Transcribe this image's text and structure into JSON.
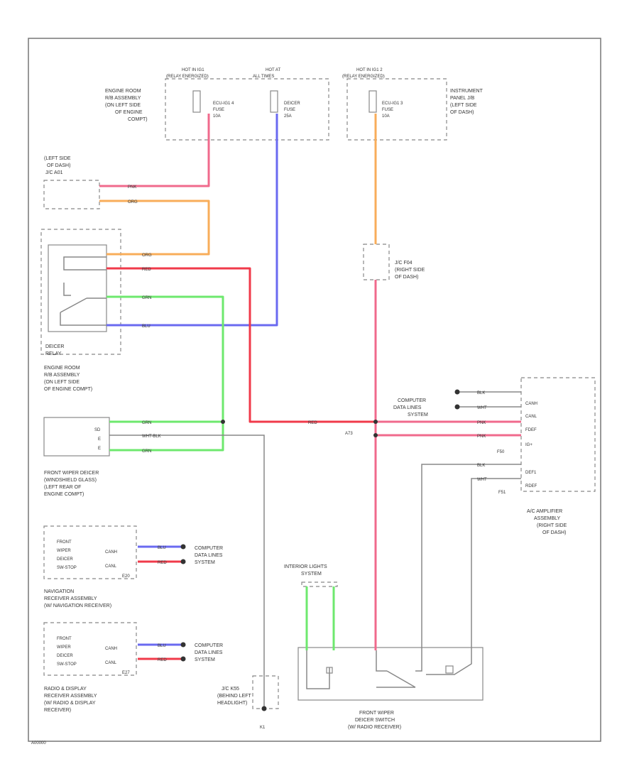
{
  "colors": {
    "pink": "#f06a8c",
    "red": "#f03a4a",
    "orange": "#f8ad5a",
    "blue": "#6a6af0",
    "green": "#6ee86e",
    "gray": "#888888"
  },
  "frame_code": "A00000",
  "fuses": [
    {
      "hot": "HOT IN IG1",
      "relay": "(RELAY ENERGIZED)",
      "name": "ECU-IG1 4",
      "word": "FUSE",
      "amps": "10A"
    },
    {
      "hot": "HOT AT",
      "relay": "ALL TIMES",
      "name": "DEICER",
      "word": "FUSE",
      "amps": "25A"
    },
    {
      "hot": "HOT IN IG1 2",
      "relay": "(RELAY ENERGIZED)",
      "name": "ECU-IG1 3",
      "word": "FUSE",
      "amps": "10A"
    }
  ],
  "labels": {
    "engine_room_rb_top": [
      "ENGINE ROOM",
      "R/B ASSEMBLY",
      "(ON LEFT SIDE",
      "OF ENGINE",
      "COMPT)"
    ],
    "instrument_panel_jb": [
      "INSTRUMENT",
      "PANEL J/B",
      "(LEFT SIDE",
      "OF DASH)"
    ],
    "jc_left": [
      "(LEFT SIDE",
      "OF DASH)",
      "J/C A01"
    ],
    "jc_f04": [
      "J/C F04",
      "(RIGHT SIDE",
      "OF DASH)"
    ],
    "deicer_relay": [
      "DEICER",
      "RELAY"
    ],
    "engine_room_rb_bottom": [
      "ENGINE ROOM",
      "R/B ASSEMBLY",
      "(ON LEFT SIDE",
      "OF ENGINE COMPT)"
    ],
    "front_wiper_deicer": [
      "FRONT WIPER DEICER",
      "(WINDSHIELD GLASS)",
      "(LEFT REAR OF",
      "ENGINE COMPT)"
    ],
    "ac_amplifier": [
      "A/C AMPLIFIER",
      "ASSEMBLY",
      "(RIGHT SIDE",
      "OF DASH)"
    ],
    "navigation": [
      "NAVIGATION",
      "RECEIVER ASSEMBLY",
      "(W/ NAVIGATION RECEIVER)"
    ],
    "radio_display": [
      "RADIO & DISPLAY",
      "RECEIVER ASSEMBLY",
      "(W/ RADIO & DISPLAY",
      "RECEIVER)"
    ],
    "jc_k55": [
      "J/C K55",
      "(BEHIND LEFT",
      "HEADLIGHT)"
    ],
    "front_wiper_switch": [
      "FRONT WIPER",
      "DEICER SWITCH",
      "(W/ RADIO RECEIVER)"
    ],
    "interior_lights": [
      "INTERIOR LIGHTS",
      "SYSTEM"
    ],
    "computer_data": [
      "COMPUTER",
      "DATA LINES",
      "SYSTEM"
    ],
    "front_wiper_deicer_sw": [
      "FRONT",
      "WIPER",
      "DEICER",
      "SW-STOP"
    ],
    "ac_pins": [
      "CANH",
      "CANL",
      "FDEF",
      "IG+",
      "DEF1",
      "RDEF"
    ],
    "ac_pin_nums": [
      "F50",
      "F51"
    ],
    "rcv_pins": [
      "CANH",
      "CANL"
    ],
    "rcv_codes": [
      "E20",
      "E27"
    ],
    "joint_a73": "A73",
    "joint_k1": "K1",
    "deicer_pins": [
      "SD",
      "E",
      "E"
    ]
  },
  "wire_labels": {
    "pnk": "PNK",
    "org": "ORG",
    "red": "RED",
    "grn": "GRN",
    "blu": "BLU",
    "wht_blk": "WHT-BLK",
    "blk": "BLK",
    "wht": "WHT"
  }
}
